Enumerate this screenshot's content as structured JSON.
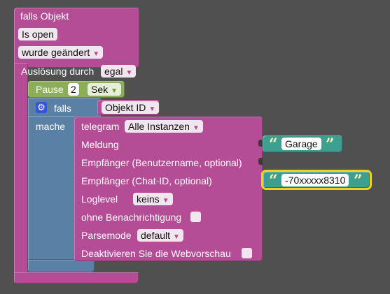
{
  "event_block": {
    "title": "falls Objekt",
    "object_field": "Is open",
    "condition_field": "wurde geändert",
    "trigger_label": "Auslösung durch",
    "trigger_field": "egal"
  },
  "pause_block": {
    "label": "Pause",
    "value": "2",
    "unit_field": "Sek"
  },
  "if_block": {
    "if_label": "falls",
    "do_label": "mache",
    "settings_icon": "gear-icon"
  },
  "object_id_block": {
    "label": "Objekt ID"
  },
  "telegram_block": {
    "label": "telegram",
    "instance_field": "Alle Instanzen",
    "message_label": "Meldung",
    "recipient_user_label": "Empfänger (Benutzername, optional)",
    "recipient_chat_label": "Empfänger (Chat-ID, optional)",
    "loglevel_label": "Loglevel",
    "loglevel_field": "keins",
    "silent_label": "ohne Benachrichtigung",
    "parsemode_label": "Parsemode",
    "parsemode_field": "default",
    "webpreview_label": "Deaktivieren Sie die Webvorschau"
  },
  "text_blocks": {
    "message_text": "Garage",
    "chat_id_text": "-70xxxxx8310",
    "open_quote": "“",
    "close_quote": "”"
  },
  "colors": {
    "background": "#505050",
    "magenta": "#b54c96",
    "green": "#8cae5a",
    "blue": "#5b80a5",
    "teal": "#3c9f8f",
    "selection": "#f4d018"
  }
}
